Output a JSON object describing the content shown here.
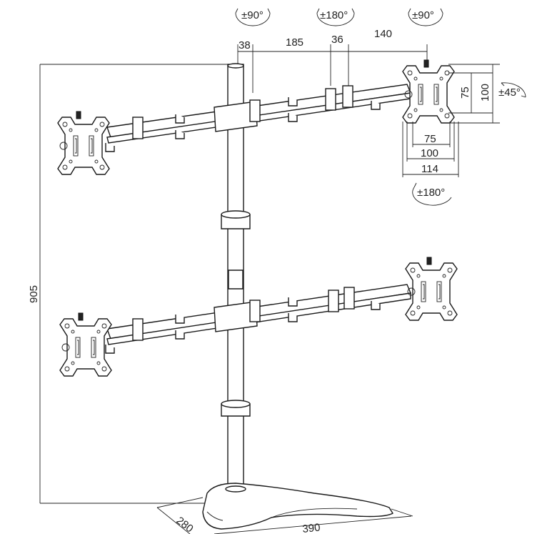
{
  "dimensions": {
    "height": "905",
    "base_depth": "280",
    "base_width": "390",
    "pole_to_arm_joint": "38",
    "arm_segment": "185",
    "joint_gap": "36",
    "outer_arm": "140",
    "vesa_h_75": "75",
    "vesa_h_100": "100",
    "plate_width": "114",
    "vesa_v_75": "75",
    "vesa_v_100": "100"
  },
  "rotations": {
    "arm_left": "±90°",
    "arm_center": "±180°",
    "arm_right": "±90°",
    "tilt": "±45°",
    "swivel": "±180°"
  }
}
